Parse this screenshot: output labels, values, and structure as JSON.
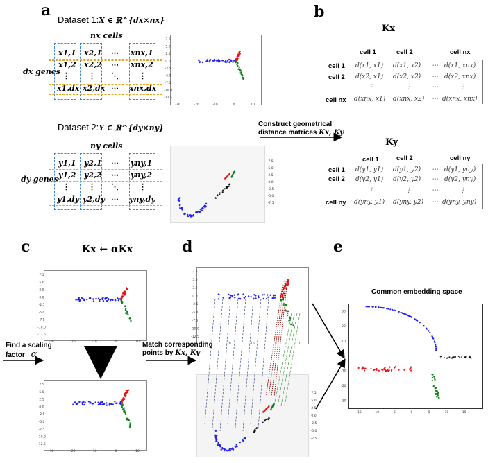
{
  "panels": {
    "a": "a",
    "b": "b",
    "c": "c",
    "d": "d",
    "e": "e"
  },
  "a": {
    "dataset1_title": "Dataset 1:",
    "dataset1_math": "X ∈ ℝ^{dx×nx}",
    "nx_cells": "nx cells",
    "dx_genes": "dx genes",
    "x_entries": [
      [
        "x1,1",
        "x2,1",
        "⋯",
        "xnx,1"
      ],
      [
        "x1,2",
        "x2,2",
        "⋯",
        "xnx,2"
      ],
      [
        "⋮",
        "⋮",
        "⋱",
        "⋮"
      ],
      [
        "x1,dx",
        "x2,dx",
        "⋯",
        "xnx,dx"
      ]
    ],
    "dataset2_title": "Dataset 2:",
    "dataset2_math": "Y ∈ ℝ^{dy×ny}",
    "ny_cells": "ny cells",
    "dy_genes": "dy genes",
    "y_entries": [
      [
        "y1,1",
        "y2,1",
        "⋯",
        "yny,1"
      ],
      [
        "y1,2",
        "y2,2",
        "⋯",
        "yny,2"
      ],
      [
        "⋮",
        "⋮",
        "⋱",
        "⋮"
      ],
      [
        "y1,dy",
        "y2,dy",
        "⋯",
        "yny,dy"
      ]
    ]
  },
  "b": {
    "kx_title": "Kx",
    "ky_title": "Ky",
    "kx_cols": [
      "cell 1",
      "cell 2",
      "cell nx"
    ],
    "kx_rows": [
      "cell 1",
      "cell 2",
      "cell nx"
    ],
    "kx_entries": [
      [
        "d(x1, x1)",
        "d(x1, x2)",
        "⋯",
        "d(x1, xnx)"
      ],
      [
        "d(x2, x1)",
        "d(x2, x2)",
        "⋯",
        "d(x2, xnx)"
      ],
      [
        "⋮",
        "⋮",
        "⋯",
        "⋮"
      ],
      [
        "d(xnx, x1)",
        "d(xnx, x2)",
        "⋯",
        "d(xnx, xnx)"
      ]
    ],
    "ky_cols": [
      "cell 1",
      "cell 2",
      "cell ny"
    ],
    "ky_rows": [
      "cell 1",
      "cell 2",
      "cell ny"
    ],
    "ky_entries": [
      [
        "d(y1, y1)",
        "d(y1, y2)",
        "⋯",
        "d(y1, yny)"
      ],
      [
        "d(y2, y1)",
        "d(y2, y2)",
        "⋯",
        "d(y2, yny)"
      ],
      [
        "⋮",
        "⋮",
        "⋯",
        "⋮"
      ],
      [
        "d(yny, y1)",
        "d(yny, y2)",
        "⋯",
        "d(yny, yny)"
      ]
    ],
    "construct_line1": "Construct geometrical",
    "construct_line2": "distance matrices",
    "construct_math": "Kx, Ky"
  },
  "c": {
    "formula": "Kx ← αKx",
    "scaling_line1": "Find a scaling",
    "scaling_line2": "factor",
    "alpha": "α"
  },
  "d": {
    "match_line1": "Match corresponding",
    "match_line2": "points by",
    "match_math": "Kx, Ky"
  },
  "e": {
    "title": "Common embedding space",
    "yticks": [
      "30",
      "20",
      "10",
      "0",
      "-10",
      "-20",
      "-30"
    ],
    "xticks": [
      "-15",
      "-10",
      "-5",
      "0",
      "5",
      "10",
      "15"
    ]
  },
  "plot2d_xticks": [
    "-30",
    "-20",
    "-10",
    "0",
    "10"
  ],
  "plot2d_yticks": [
    "7.5",
    "5.0",
    "2.5",
    "0.0",
    "-2.5",
    "-5.0",
    "-7.5",
    "-10.0",
    "-12.5"
  ],
  "plot3d_zticks": [
    "7.5",
    "5.0",
    "2.5",
    "0.0",
    "-2.5",
    "-5.0",
    "-7.5"
  ],
  "colors": {
    "blue": "#2222ee",
    "red": "#ee1111",
    "green": "#11801a",
    "black": "#111111",
    "orange": "#e8a41c",
    "lightblue": "#3b84d6"
  }
}
